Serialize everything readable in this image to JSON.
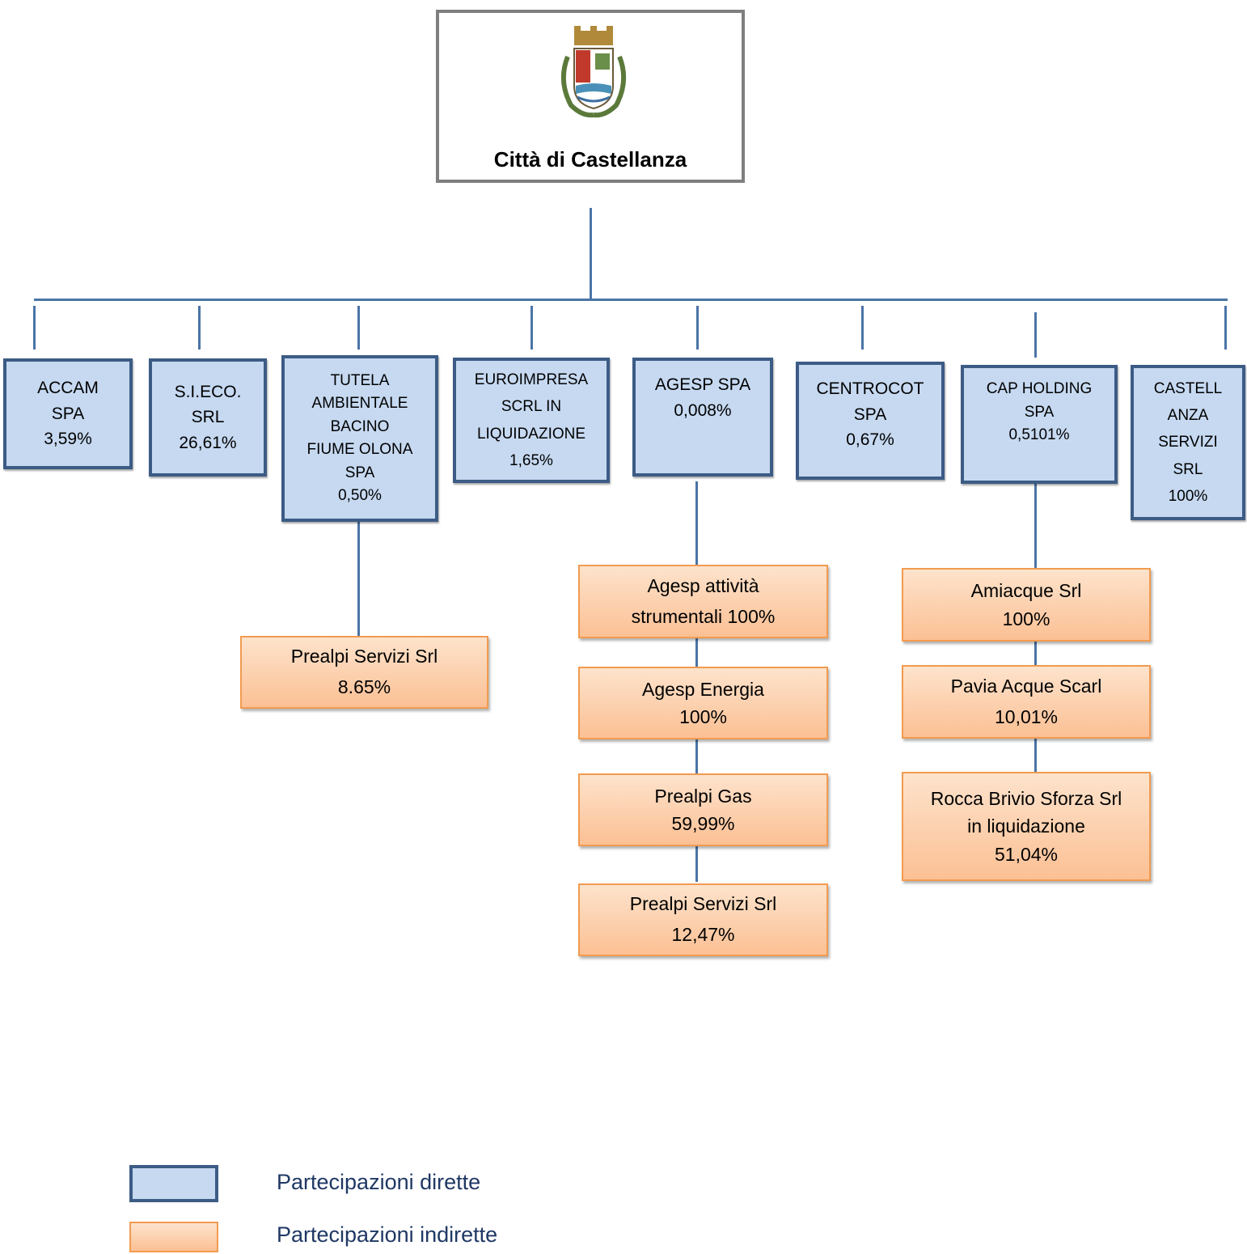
{
  "root": {
    "title": "Città di Castellanza",
    "crest_icon": "castellanza-coat-of-arms-icon"
  },
  "direct": [
    {
      "label": "ACCAM\nSPA\n3,59%"
    },
    {
      "label": "S.I.ECO.\nSRL\n26,61%"
    },
    {
      "label": "TUTELA\nAMBIENTALE\nBACINO\nFIUME OLONA\nSPA\n0,50%"
    },
    {
      "label": "EUROIMPRESA\nSCRL IN\nLIQUIDAZIONE\n1,65%"
    },
    {
      "label": "AGESP SPA\n0,008%"
    },
    {
      "label": "CENTROCOT\nSPA\n0,67%"
    },
    {
      "label": "CAP HOLDING\nSPA\n0,5101%"
    },
    {
      "label": "CASTELL\nANZA\nSERVIZI\nSRL\n100%"
    }
  ],
  "indirect_tutela": [
    {
      "label": "Prealpi Servizi Srl\n8.65%"
    }
  ],
  "indirect_agesp": [
    {
      "label": "Agesp attività\nstrumentali 100%"
    },
    {
      "label": "Agesp Energia\n100%"
    },
    {
      "label": "Prealpi Gas\n59,99%"
    },
    {
      "label": "Prealpi Servizi Srl\n12,47%"
    }
  ],
  "indirect_cap": [
    {
      "label": "Amiacque Srl\n100%"
    },
    {
      "label": "Pavia Acque Scarl\n10,01%"
    },
    {
      "label": "Rocca Brivio Sforza Srl\nin liquidazione\n51,04%"
    }
  ],
  "legend": {
    "direct_label": "Partecipazioni dirette",
    "indirect_label": "Partecipazioni indirette"
  },
  "colors": {
    "direct_fill": "#c6d9f1",
    "direct_border": "#3c5c85",
    "indirect_fill": "#fcc094",
    "indirect_border": "#f29b50",
    "connector": "#4a74a6",
    "legend_text": "#1f3864"
  }
}
